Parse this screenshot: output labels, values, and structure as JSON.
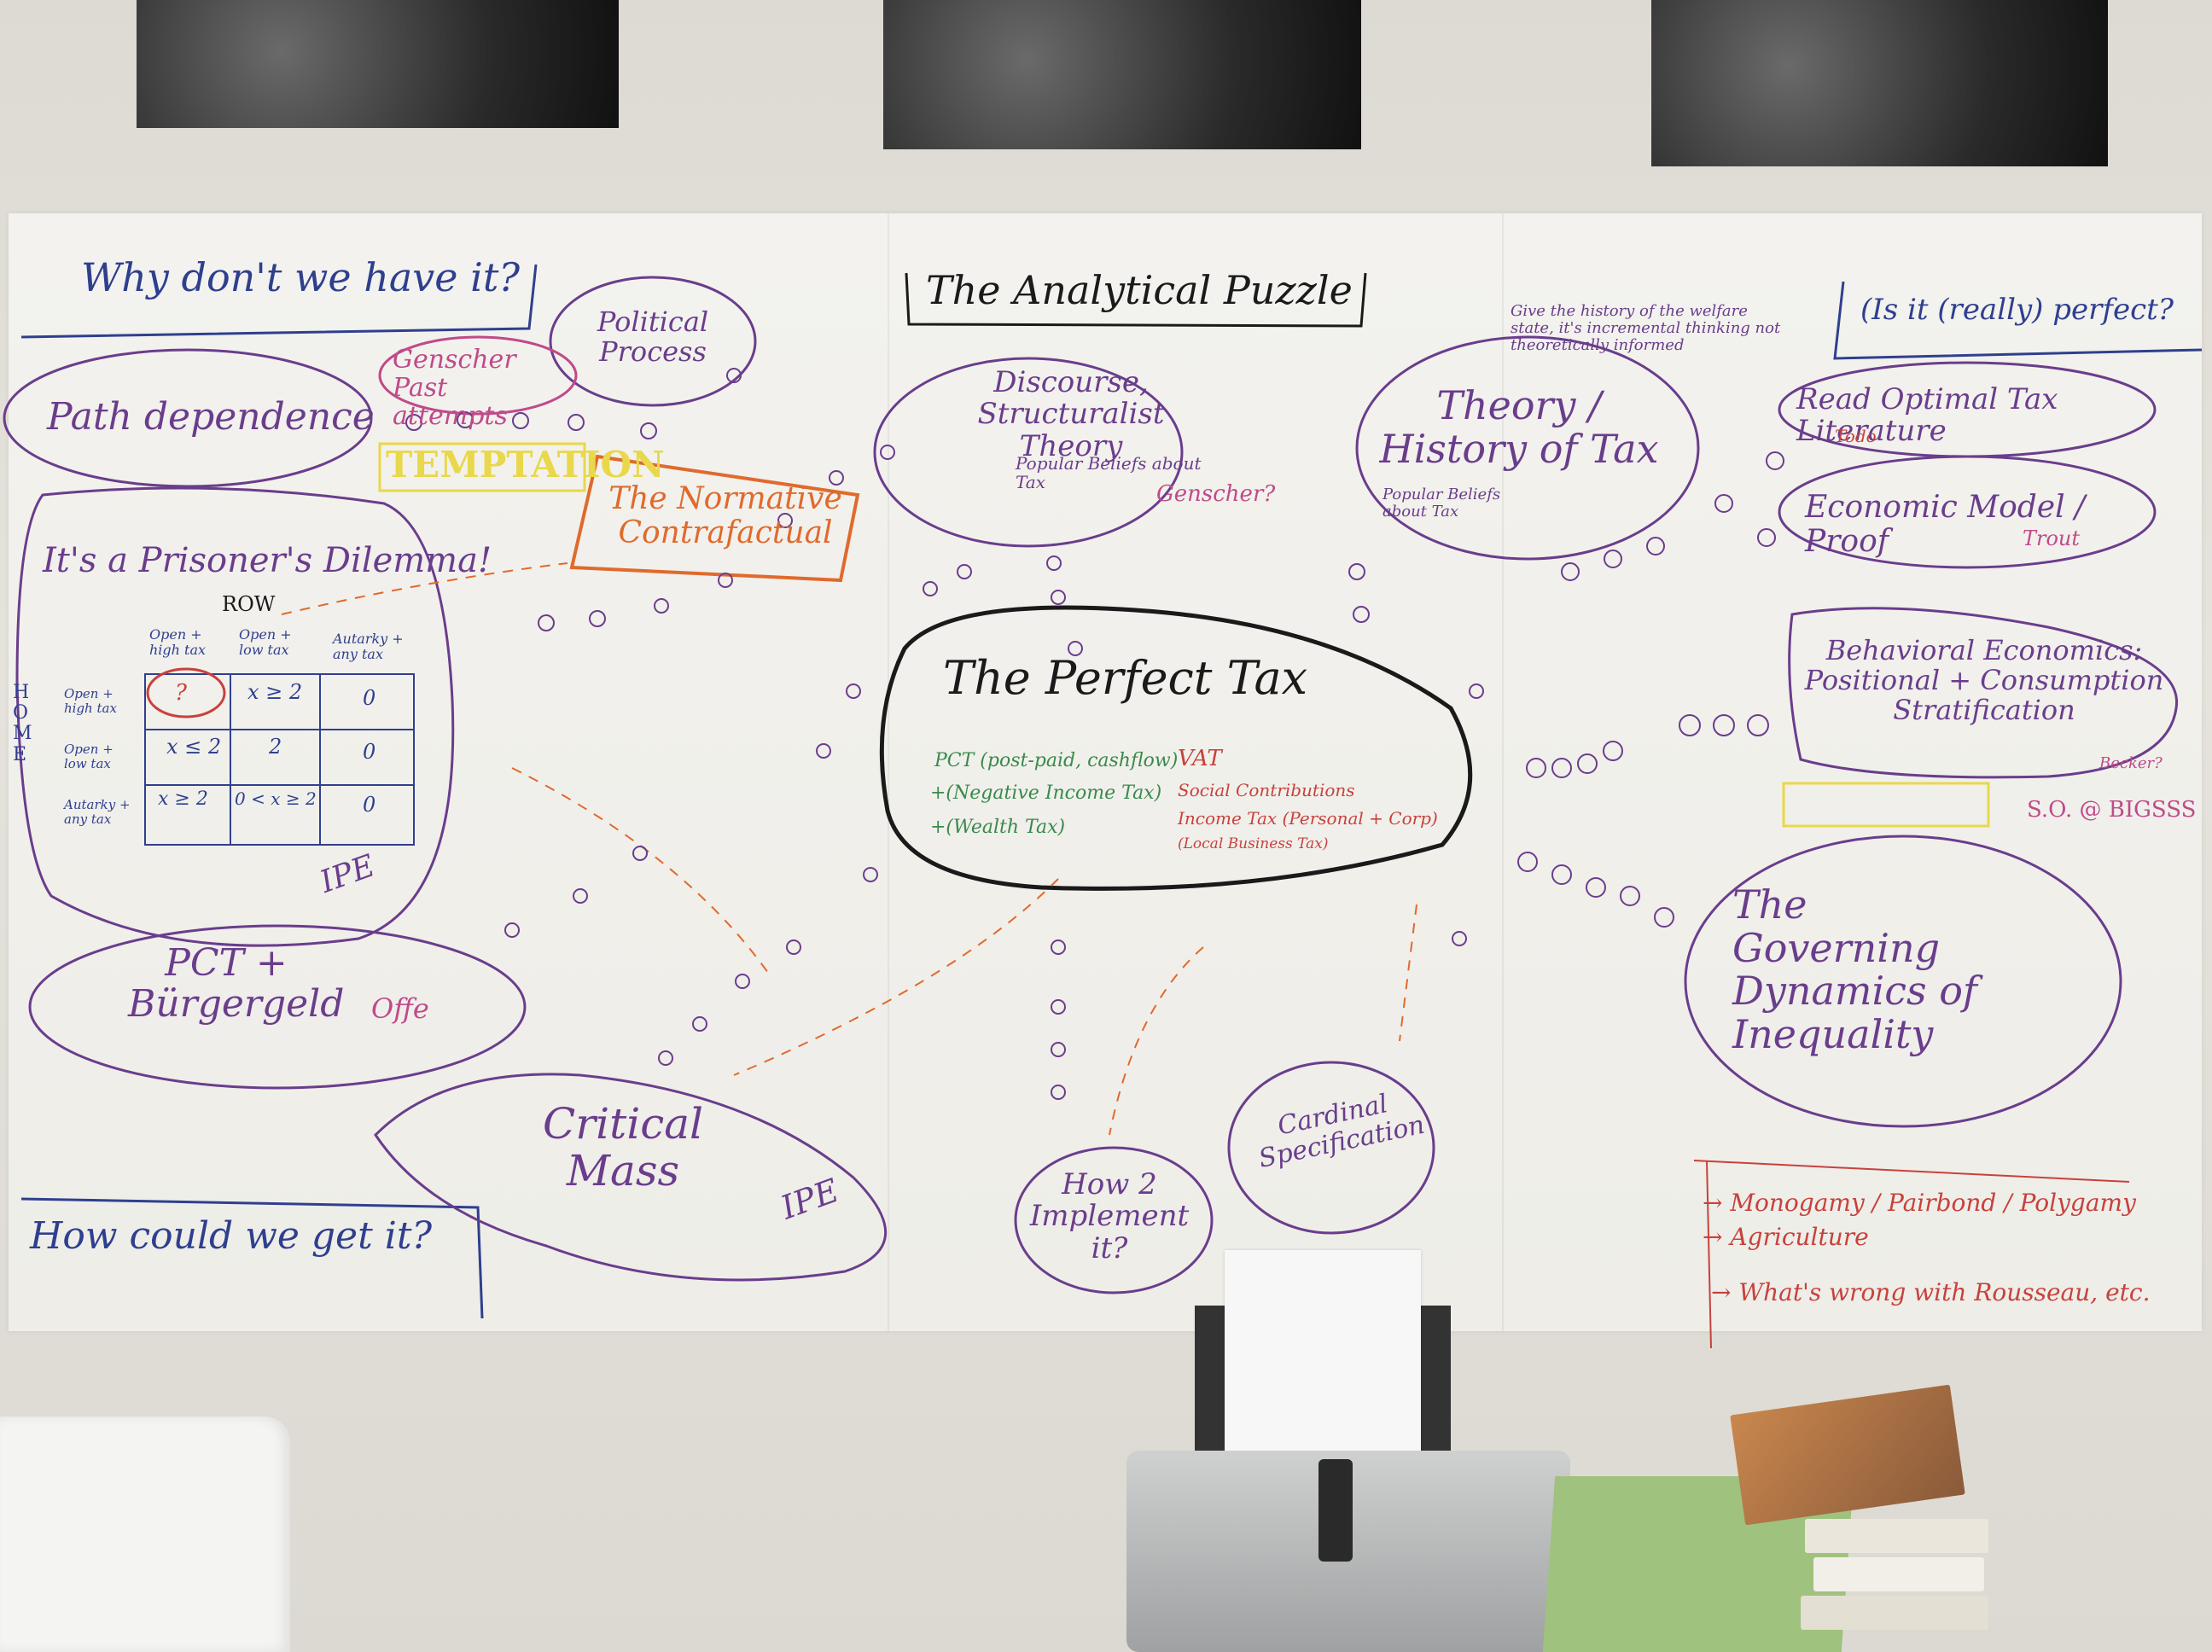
{
  "headings": {
    "why": "Why don't we have it?",
    "analytical": "The Analytical Puzzle",
    "perfect_q": "(Is it (really) perfect?",
    "how": "How could we get it?"
  },
  "nodes": {
    "political": "Political Process",
    "genscher": "Genscher Past attempts",
    "path": "Path dependence",
    "temptation": "TEMPTATION",
    "normative": "The Normative Contrafactual",
    "prisoner": "It's a Prisoner's Dilemma!",
    "pct": "PCT + Bürgergeld",
    "pct_tag": "Offe",
    "critical": "Critical Mass",
    "ipe1": "IPE",
    "ipe2": "IPE",
    "discourse": "Discourse, Structuralist Theory",
    "discourse_sub": "Popular Beliefs about Tax",
    "discourse_tag": "Genscher?",
    "theory": "Theory / History of Tax",
    "theory_sub": "Popular Beliefs about Tax",
    "theory_note": "Give the history of the welfare state, it's incremental thinking not theoretically informed",
    "perfect": "The Perfect Tax",
    "read": "Read Optimal Tax Literature",
    "read_tag": "Todo",
    "econ": "Economic Model / Proof",
    "econ_tag": "Trout",
    "behavioral": "Behavioral Economics: Positional + Consumption Stratification",
    "behavioral_tag": "Becker?",
    "bigsss": "S.O. @ BIGSSS",
    "governing": "The Governing Dynamics of Inequality",
    "how_impl": "How 2 Implement it?",
    "cardinal": "Cardinal Specification"
  },
  "matrix": {
    "row_label": "ROW",
    "home_label": "HOME",
    "cols": [
      "Open + high tax",
      "Open + low tax",
      "Autarky + any tax"
    ],
    "rows": [
      "Open + high tax",
      "Open + low tax",
      "Autarky + any tax"
    ],
    "cells": [
      [
        "?",
        "x ≥ 2",
        "0"
      ],
      [
        "x ≤ 2",
        "2",
        "0"
      ],
      [
        "x ≥ 2",
        "0 < x ≥ 2",
        "0"
      ]
    ]
  },
  "perfect_tax": {
    "left": [
      "PCT (post-paid, cashflow)",
      "+(Negative Income Tax)",
      "+(Wealth Tax)"
    ],
    "right": [
      "VAT",
      "Social Contributions",
      "Income Tax (Personal + Corp)",
      "(Local Business Tax)"
    ]
  },
  "ideas": [
    "→ Monogamy / Pairbond / Polygamy",
    "→ Agriculture",
    "→ What's wrong with Rousseau, etc."
  ],
  "colors": {
    "blue": "#2f3f8f",
    "purple": "#6a3d8c",
    "orange": "#e06a2c",
    "green": "#3a8a4c",
    "red": "#c8413c",
    "black": "#1a1a1a",
    "yellow": "#e8d84a"
  }
}
